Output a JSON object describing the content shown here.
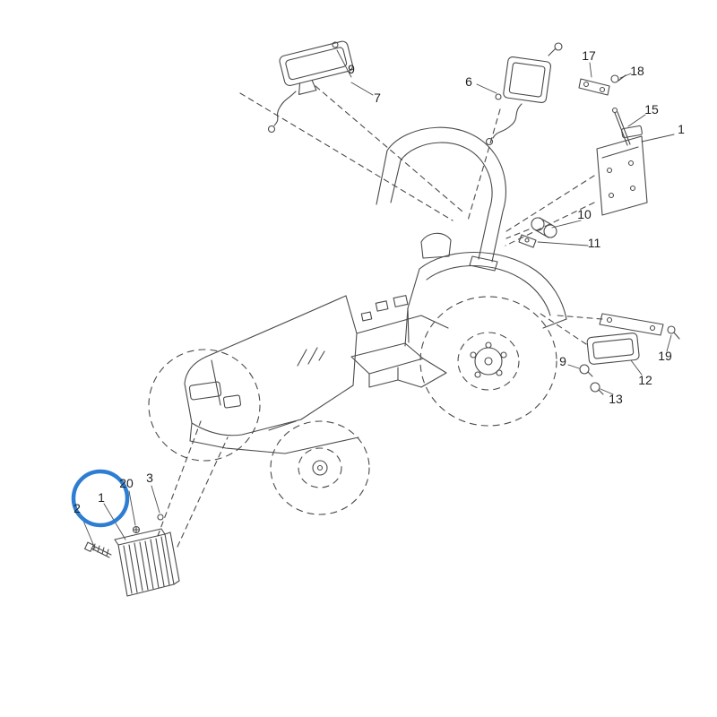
{
  "diagram": {
    "type": "exploded-parts-diagram",
    "subject": "tractor front and rear work-lamp / headlight assembly",
    "background": "#ffffff",
    "line_color": "#4a4a4a",
    "highlight": {
      "color": "#2d7dd2",
      "part": "1"
    },
    "labels": [
      {
        "text": "9"
      },
      {
        "text": "7"
      },
      {
        "text": "6"
      },
      {
        "text": "17"
      },
      {
        "text": "18"
      },
      {
        "text": "15"
      },
      {
        "text": "1"
      },
      {
        "text": "10"
      },
      {
        "text": "11"
      },
      {
        "text": "9"
      },
      {
        "text": "19"
      },
      {
        "text": "12"
      },
      {
        "text": "13"
      },
      {
        "text": "2"
      },
      {
        "text": "1"
      },
      {
        "text": "20"
      },
      {
        "text": "3"
      }
    ]
  }
}
